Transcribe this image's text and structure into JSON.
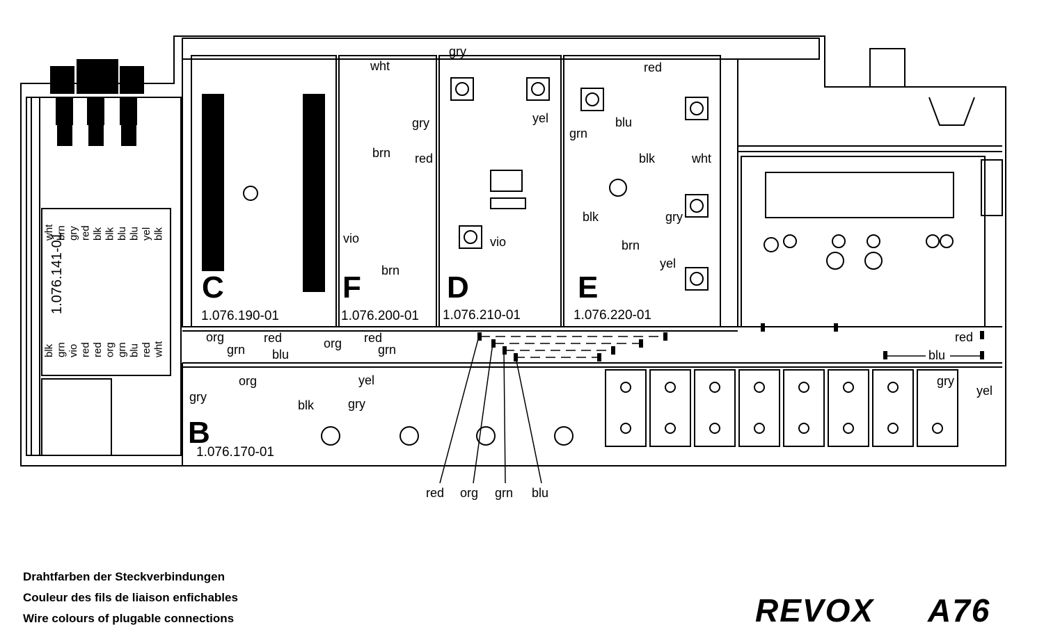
{
  "brand": {
    "name": "REVOX",
    "model": "A76"
  },
  "captions": [
    "Drahtfarben der Steckverbindungen",
    "Couleur des fils de liaison enfichables",
    "Wire colours of plugable connections"
  ],
  "modules": {
    "C": {
      "letter": "C",
      "part": "1.076.190-01"
    },
    "F": {
      "letter": "F",
      "part": "1.076.200-01"
    },
    "D": {
      "letter": "D",
      "part": "1.076.210-01"
    },
    "E": {
      "letter": "E",
      "part": "1.076.220-01"
    },
    "B": {
      "letter": "B",
      "part": "1.076.170-01"
    },
    "left": {
      "part": "1.076.141-01"
    }
  },
  "left_connector": {
    "top_row": [
      "wht",
      "brn",
      "gry",
      "red",
      "blk",
      "blk",
      "blu",
      "blu",
      "yel",
      "blk"
    ],
    "bottom_row": [
      "blk",
      "grn",
      "vio",
      "red",
      "red",
      "org",
      "grn",
      "blu",
      "red",
      "wht"
    ]
  },
  "wire_labels": {
    "top_gry": "gry",
    "f_wht": "wht",
    "f_gry": "gry",
    "f_brn": "brn",
    "f_red": "red",
    "f_vio": "vio",
    "f_brn2": "brn",
    "d_yel": "yel",
    "d_vio": "vio",
    "e_red": "red",
    "e_grn": "grn",
    "e_blu": "blu",
    "e_blk": "blk",
    "e_wht": "wht",
    "e_blk2": "blk",
    "e_gry": "gry",
    "e_brn": "brn",
    "e_yel": "yel",
    "r1_org": "org",
    "r1_grn": "grn",
    "r1_red": "red",
    "r1_blu": "blu",
    "r2_org": "org",
    "r2_red": "red",
    "r2_grn": "grn",
    "r_red": "red",
    "r_blu": "blu",
    "b_gry": "gry",
    "b_org": "org",
    "b_yel": "yel",
    "b_blk": "blk",
    "b_gry2": "gry",
    "b_gry3": "gry",
    "b_yel2": "yel",
    "bot_red": "red",
    "bot_org": "org",
    "bot_grn": "grn",
    "bot_blu": "blu"
  }
}
